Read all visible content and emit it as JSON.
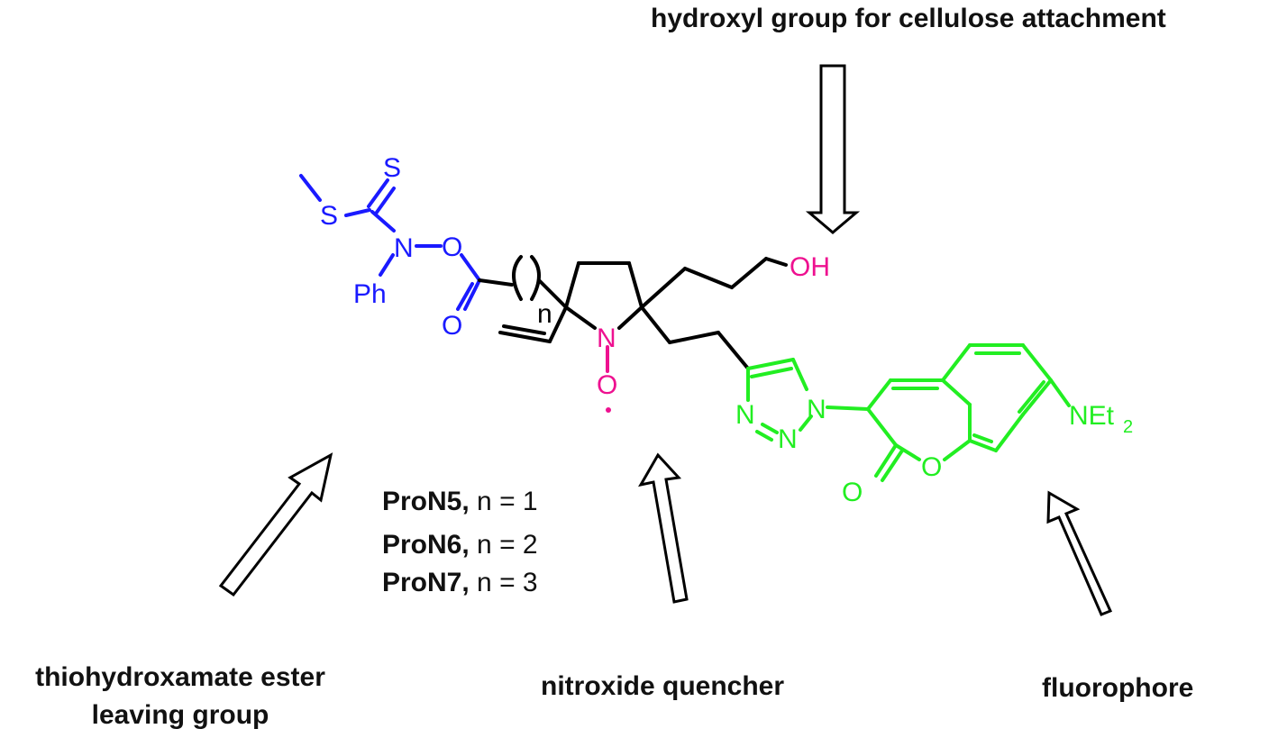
{
  "labels": {
    "hydroxyl": "hydroxyl group for cellulose attachment",
    "leaving_line1": "thiohydroxamate ester",
    "leaving_line2": "leaving group",
    "quencher": "nitroxide quencher",
    "fluorophore": "fluorophore"
  },
  "compounds": [
    {
      "name": "ProN5,",
      "n": "n = 1"
    },
    {
      "name": "ProN6,",
      "n": "n = 2"
    },
    {
      "name": "ProN7,",
      "n": "n = 3"
    }
  ],
  "atoms": {
    "S_methyl": "S",
    "S_thione": "S",
    "N_amide": "N",
    "O_ester": "O",
    "Ph": "Ph",
    "O_carbonyl": "O",
    "n_sub": "n",
    "N_ring": "N",
    "O_radical": "O",
    "OH": "OH",
    "N1": "N",
    "N2": "N",
    "N3": "N",
    "O_ring": "O",
    "O_lactone": "O",
    "NEt": "NEt",
    "sub2": "2"
  },
  "colors": {
    "leaving_group": "#1a1aff",
    "quencher": "#ee1190",
    "fluorophore": "#22ee22",
    "scaffold": "#000000"
  }
}
